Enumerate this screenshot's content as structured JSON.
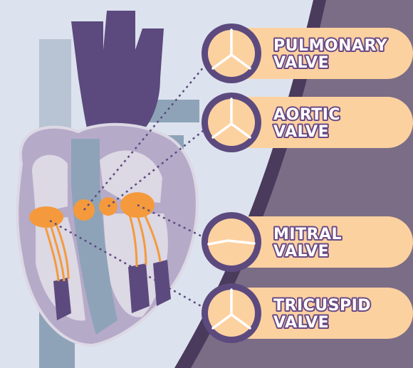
{
  "colors": {
    "background": "#dde3ee",
    "panel": "#7b6d86",
    "panel_edge": "#4a3a5c",
    "heart_outline": "#5c4a7e",
    "aorta": "#5c4a7e",
    "vein": "#8ea3b8",
    "vein_light": "#b8c3d3",
    "heart_wall": "#b6aac9",
    "heart_inner": "#dcd8e4",
    "valve_orange": "#f49a3c",
    "pill": "#fcd1a0",
    "ring": "#5c4a7e"
  },
  "valves": [
    {
      "id": "pulmonary",
      "line1": "PULMONARY",
      "line2": "VALVE",
      "icon": "tri-leaflet-valve-icon"
    },
    {
      "id": "aortic",
      "line1": "AORTIC",
      "line2": "VALVE",
      "icon": "tri-leaflet-valve-icon"
    },
    {
      "id": "mitral",
      "line1": "MITRAL",
      "line2": "VALVE",
      "icon": "bi-leaflet-valve-icon"
    },
    {
      "id": "tricuspid",
      "line1": "TRICUSPID",
      "line2": "VALVE",
      "icon": "tri-leaflet-valve-icon"
    }
  ]
}
